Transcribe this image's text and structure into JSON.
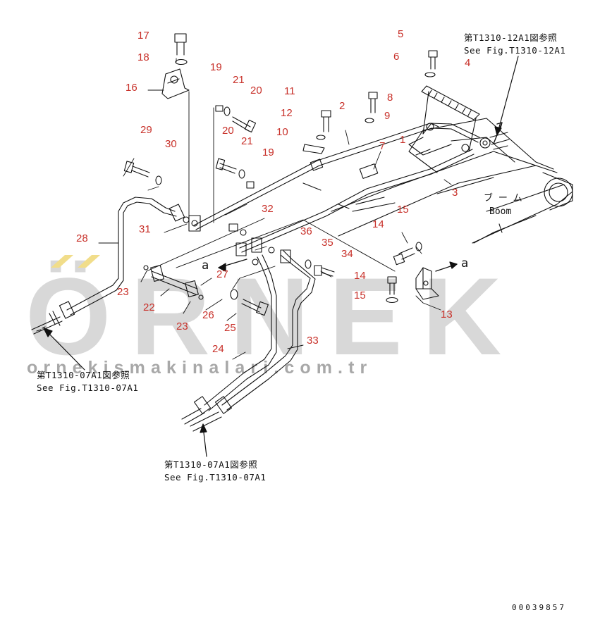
{
  "watermark": {
    "brand": "ÖRNEK",
    "url": "ornekismakinalari.com.tr"
  },
  "callouts": [
    "17",
    "18",
    "16",
    "19",
    "21",
    "20",
    "20",
    "21",
    "19",
    "11",
    "12",
    "10",
    "2",
    "8",
    "9",
    "5",
    "6",
    "4",
    "7",
    "1",
    "3",
    "29",
    "30",
    "28",
    "31",
    "32",
    "36",
    "35",
    "34",
    "15",
    "14",
    "14",
    "15",
    "13",
    "23",
    "22",
    "23",
    "26",
    "25",
    "27",
    "24",
    "33"
  ],
  "references": {
    "ref_top_right_jp": "第T1310-12A1図参照",
    "ref_top_right_en": "See Fig.T1310-12A1",
    "ref_left_jp": "第T1310-07A1図参照",
    "ref_left_en": "See Fig.T1310-07A1",
    "ref_bottom_jp": "第T1310-07A1図参照",
    "ref_bottom_en": "See Fig.T1310-07A1"
  },
  "boom_label_jp": "ブ ー ム",
  "boom_label_en": "Boom",
  "view_marks": [
    "a",
    "a"
  ],
  "document_number": "00039857"
}
